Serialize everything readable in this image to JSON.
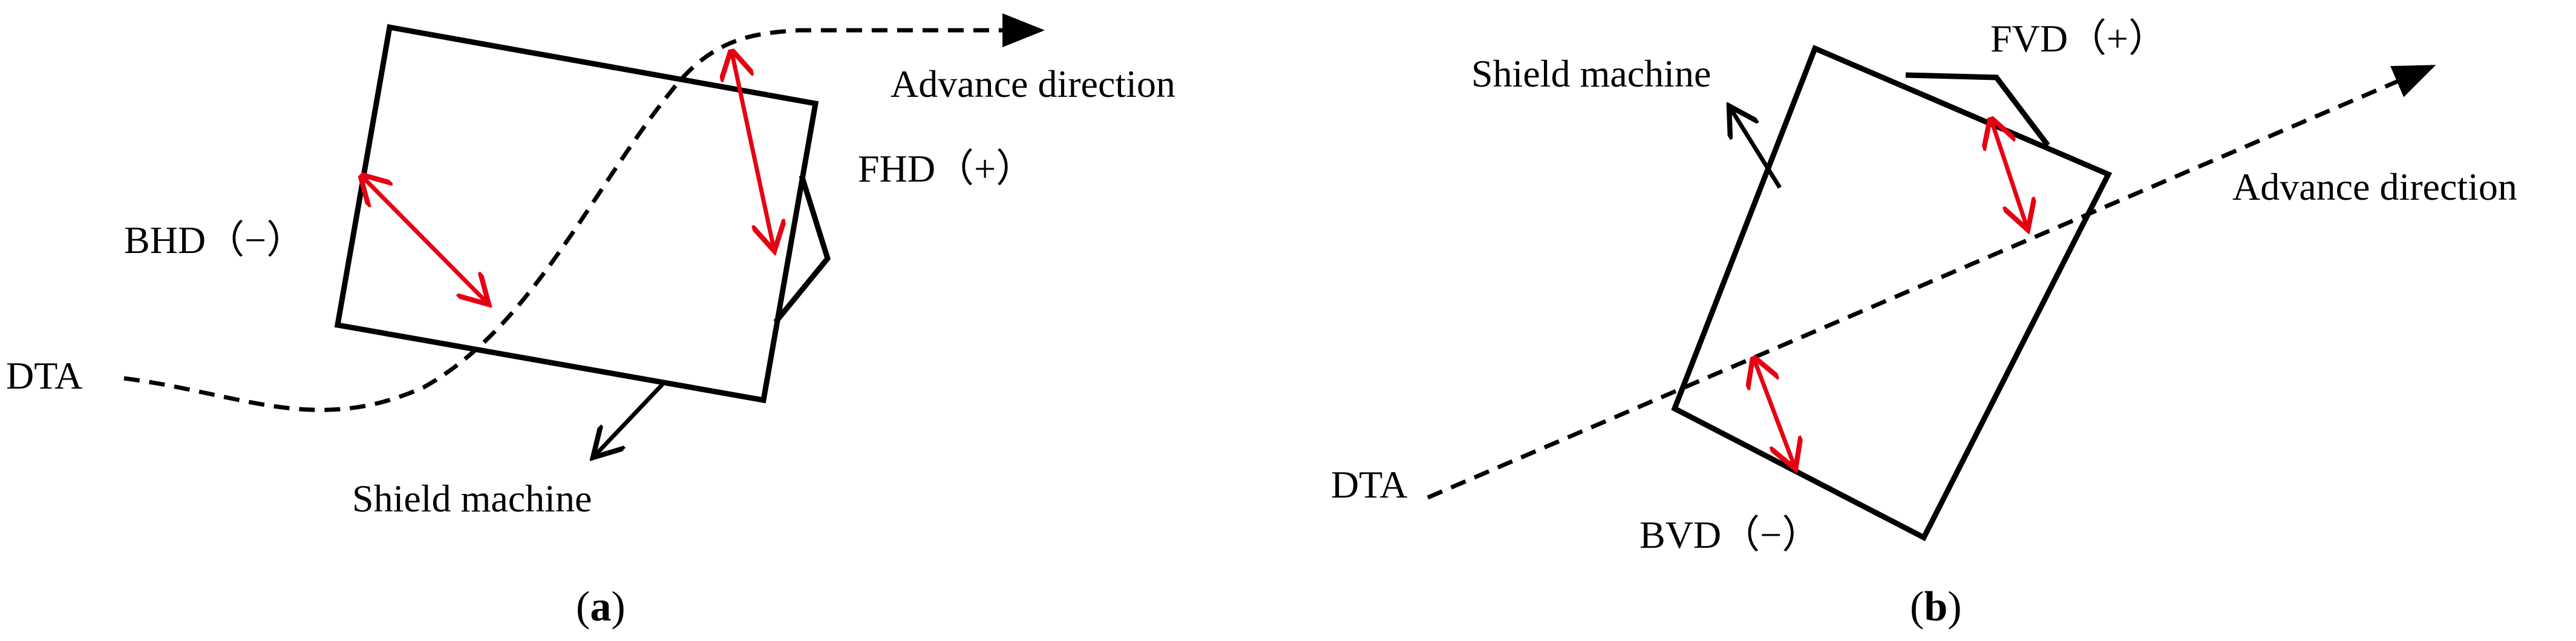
{
  "panel_a": {
    "label_dta": "DTA",
    "label_bhd": "BHD（−）",
    "label_fhd": "FHD（+）",
    "label_advance": "Advance direction",
    "label_shield": "Shield machine",
    "caption_open": "(",
    "caption_letter": "a",
    "caption_close": ")"
  },
  "panel_b": {
    "label_shield": "Shield machine",
    "label_fvd": "FVD（+）",
    "label_advance": "Advance direction",
    "label_dta": "DTA",
    "label_bvd": "BVD（−）",
    "caption_open": "(",
    "caption_letter": "b",
    "caption_close": ")"
  },
  "colors": {
    "line": "#000000",
    "deviation_arrow": "#e60012"
  }
}
